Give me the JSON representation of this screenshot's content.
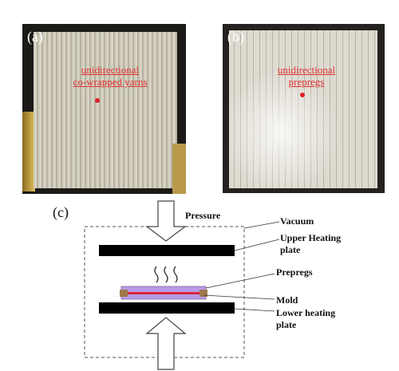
{
  "panels": {
    "a": {
      "label": "(a)",
      "annotation_line1": "unidirectional",
      "annotation_line2": "co-wrapped yarns"
    },
    "b": {
      "label": "(b)",
      "annotation_line1": "unidirectional",
      "annotation_line2": "prepregs"
    }
  },
  "diagram": {
    "label": "(c)",
    "pressure": "Pressure",
    "vacuum": "Vacuum",
    "upper_line1": "Upper Heating",
    "upper_line2": "plate",
    "prepregs": "Prepregs",
    "mold": "Mold",
    "lower_line1": "Lower heating",
    "lower_line2": "plate"
  },
  "colors": {
    "annotation_red": "#e0322f",
    "prepreg_purple": "#b79be6",
    "mold_red": "#d8283a",
    "mold_end_brown": "#a0784a"
  }
}
